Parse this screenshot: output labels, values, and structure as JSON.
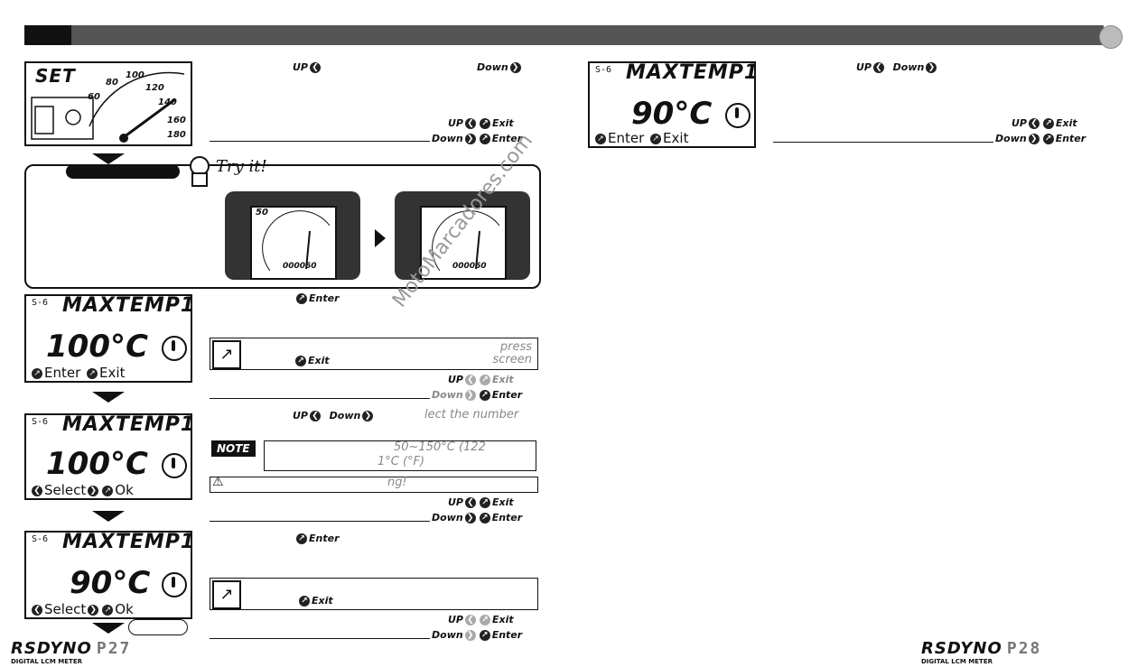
{
  "set_screen": {
    "title": "SET",
    "ticks": [
      "60",
      "80",
      "100",
      "120",
      "140",
      "160",
      "180"
    ]
  },
  "lcd_1": {
    "mode": "S-6",
    "title": "MAXTEMP1",
    "value": "100°C",
    "footer_left": "Enter",
    "footer_right": "Exit"
  },
  "lcd_2": {
    "mode": "S-6",
    "title": "MAXTEMP1",
    "value": "100°C",
    "footer_left": "Select",
    "footer_right": "Ok"
  },
  "lcd_3": {
    "mode": "S-6",
    "title": "MAXTEMP1",
    "value": "90°C",
    "footer_left": "Select",
    "footer_right": "Ok"
  },
  "lcd_right": {
    "mode": "S-6",
    "title": "MAXTEMP1",
    "value": "90°C",
    "footer_left": "Enter",
    "footer_right": "Exit"
  },
  "keys": {
    "up": "UP",
    "down": "Down",
    "enter": "Enter",
    "exit": "Exit"
  },
  "text_fragments": {
    "press": "press",
    "screen": "screen",
    "select_number": "lect the number",
    "range": "50~150°C (122",
    "step": "1°C (°F)",
    "warning": "ng!"
  },
  "note_label": "NOTE",
  "tryit_label": "Try it!",
  "device": {
    "odometer": "000060",
    "speed": "50"
  },
  "watermark": "MotoMarcadores.com",
  "footer": {
    "logo": "RSDYNO",
    "logo_sub": "DIGITAL LCM METER",
    "left_page": "P27",
    "right_page": "P28"
  }
}
